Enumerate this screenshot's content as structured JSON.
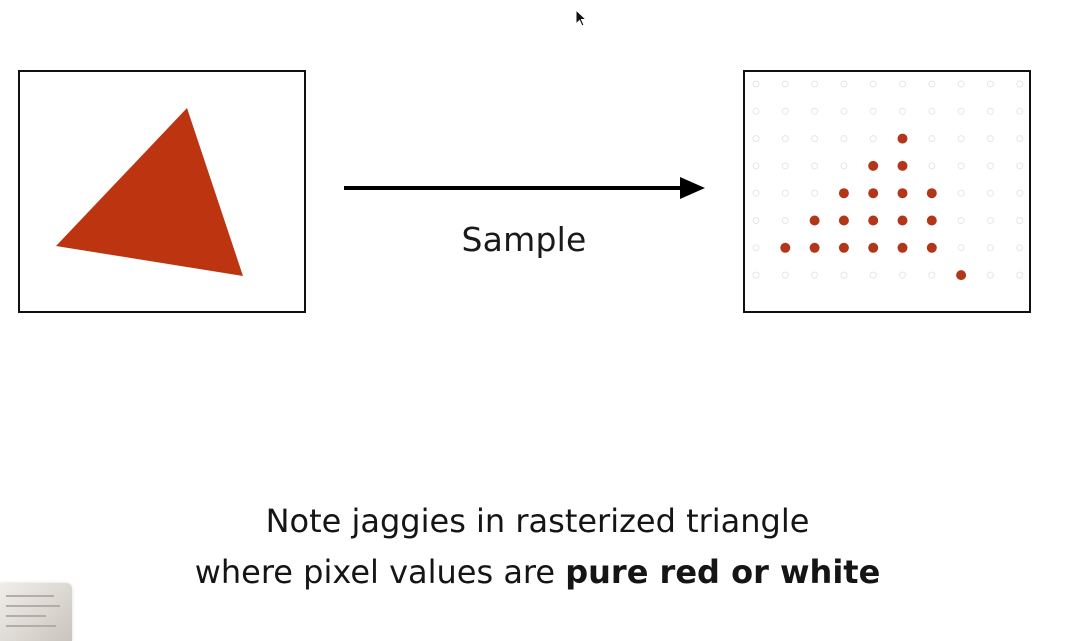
{
  "diagram": {
    "arrow_label": "Sample",
    "caption": {
      "line1": "Note jaggies in rasterized triangle",
      "line2_prefix": "where pixel values are ",
      "line2_bold": "pure red or white"
    },
    "colors": {
      "triangle": "#bd3410",
      "sample_filled": "#b2371a",
      "sample_empty": "#e6e6e6",
      "border": "#111111",
      "arrow": "#000000"
    },
    "icons": [
      "arrow-right-icon",
      "mouse-cursor-icon"
    ],
    "sample_grid": {
      "columns": 10,
      "rows": 8,
      "filled_cells": [
        [
          5,
          2
        ],
        [
          4,
          3
        ],
        [
          5,
          3
        ],
        [
          3,
          4
        ],
        [
          4,
          4
        ],
        [
          5,
          4
        ],
        [
          6,
          4
        ],
        [
          2,
          5
        ],
        [
          3,
          5
        ],
        [
          4,
          5
        ],
        [
          5,
          5
        ],
        [
          6,
          5
        ],
        [
          1,
          6
        ],
        [
          2,
          6
        ],
        [
          3,
          6
        ],
        [
          4,
          6
        ],
        [
          5,
          6
        ],
        [
          6,
          6
        ],
        [
          7,
          7
        ]
      ]
    }
  }
}
